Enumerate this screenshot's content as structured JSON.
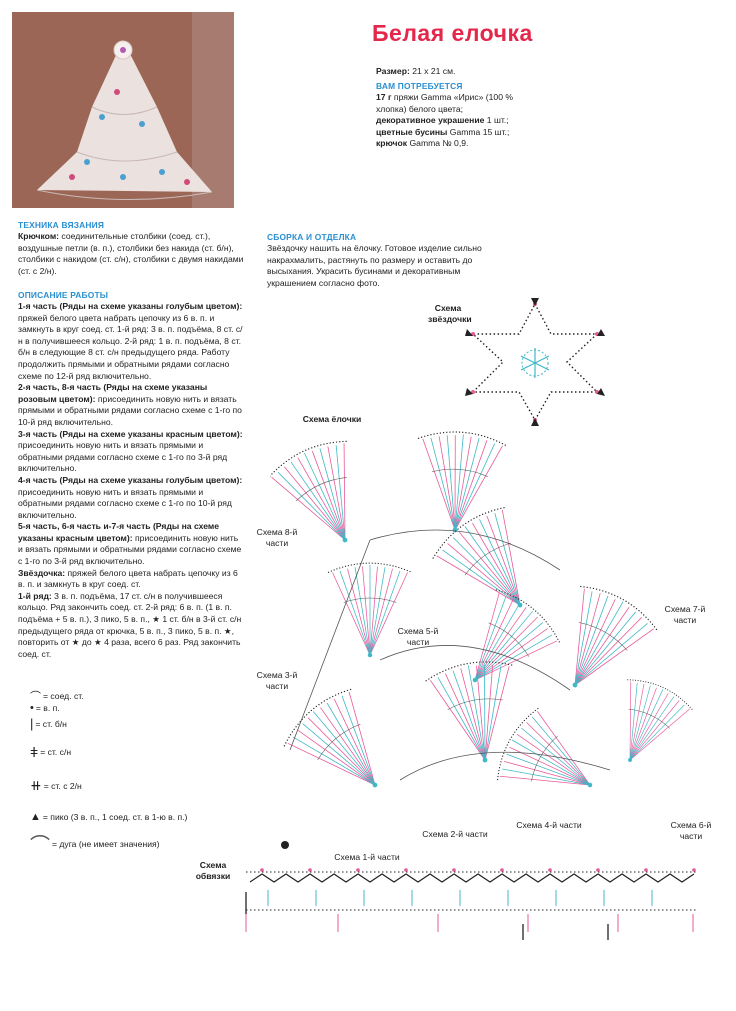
{
  "title": "Белая елочка",
  "size_label": "Размер:",
  "size_value": "21 х 21 см.",
  "materials_heading": "ВАМ ПОТРЕБУЕТСЯ",
  "materials": [
    {
      "bold": "17 г",
      "text": " пряжи Gamma «Ирис» (100 % хлопка) белого цвета;"
    },
    {
      "bold": "декоративное украшение",
      "text": " 1 шт.;"
    },
    {
      "bold": "цветные бусины",
      "text": " Gamma 15 шт.;"
    },
    {
      "bold": "крючок",
      "text": " Gamma № 0,9."
    }
  ],
  "technique_heading": "ТЕХНИКА ВЯЗАНИЯ",
  "technique": {
    "bold": "Крючком:",
    "text": " соединительные столбики (соед. ст.), воздушные петли (в. п.), столбики без накида (ст. б/н), столбики с накидом (ст. с/н), столбики с двумя накидами (ст. с 2/н)."
  },
  "work_heading": "ОПИСАНИЕ РАБОТЫ",
  "work": [
    {
      "bold": "1-я часть (Ряды на схеме указаны голубым цветом):",
      "text": " пряжей белого цвета набрать цепочку из 6 в. п. и замкнуть в круг соед. ст. 1-й ряд: 3 в. п. подъёма, 8 ст. с/н в получившееся кольцо. 2-й ряд: 1 в. п. подъёма, 8 ст. б/н в следующие 8 ст. с/н предыдущего ряда. Работу продолжить прямыми и обратными рядами согласно схеме по 12-й ряд включительно."
    },
    {
      "bold": "2-я часть, 8-я часть (Ряды на схеме указаны розовым цветом):",
      "text": " присоединить новую нить и вязать прямыми и обратными рядами согласно схеме с 1-го по 10-й ряд включительно."
    },
    {
      "bold": "3-я часть (Ряды на схеме указаны красным цветом):",
      "text": " присоединить новую нить и вязать прямыми и обратными рядами согласно схеме с 1-го по 3-й ряд включительно."
    },
    {
      "bold": "4-я часть (Ряды на схеме указаны голубым цветом):",
      "text": " присоединить новую нить и вязать прямыми и обратными рядами согласно схеме с 1-го по 10-й ряд включительно."
    },
    {
      "bold": "5-я часть, 6-я часть и-7-я часть (Ряды на схеме указаны красным цветом):",
      "text": " присоединить новую нить и вязать прямыми и обратными рядами согласно схеме с 1-го по 3-й ряд включительно."
    },
    {
      "bold": "Звёздочка:",
      "text": " пряжей белого цвета набрать цепочку из 6 в. п. и замкнуть в круг соед. ст."
    },
    {
      "bold": "1-й ряд:",
      "text": " 3 в. п. подъёма, 17 ст. с/н в получившееся кольцо. Ряд закончить соед. ст. 2-й ряд: 6 в. п. (1 в. п. подъёма + 5 в. п.), 3 пико, 5 в. п., ★ 1 ст. б/н в 3-й ст. с/н предыдущего ряда от крючка, 5 в. п., 3 пико, 5 в. п. ★, повторить от ★ до ★ 4 раза, всего 6 раз. Ряд закончить соед. ст."
    }
  ],
  "assembly_heading": "СБОРКА И ОТДЕЛКА",
  "assembly_text": "Звёздочку нашить на ёлочку. Готовое изделие сильно накрахмалить, растянуть по размеру и оставить до высыхания. Украсить бусинами и декоративным украшением согласно фото.",
  "legend": [
    {
      "icon": "slip-stitch-icon",
      "symbol": "⌒",
      "label": "= соед. ст."
    },
    {
      "icon": "chain-icon",
      "symbol": "•",
      "label": "= в. п."
    },
    {
      "icon": "single-crochet-icon",
      "symbol": "|",
      "label": "= ст. б/н"
    },
    {
      "icon": "double-crochet-icon",
      "symbol": "ǂ",
      "label": "= ст. с/н"
    },
    {
      "icon": "treble-crochet-icon",
      "symbol": "⧺",
      "label": "= ст. с 2/н"
    },
    {
      "icon": "picot-icon",
      "symbol": "▲",
      "label": "= пико (3 в. п., 1 соед. ст. в 1-ю в. п.)"
    },
    {
      "icon": "arc-icon",
      "symbol": "⌒",
      "label": "= дуга (не имеет значения)"
    }
  ],
  "scheme_labels": {
    "star": "Схема звёздочки",
    "tree": "Схема ёлочки",
    "part8": "Схема 8-й части",
    "part7": "Схема 7-й части",
    "part5": "Схема 5-й части",
    "part3": "Схема 3-й части",
    "part2": "Схема 2-й части",
    "part4": "Схема 4-й части",
    "part6": "Схема 6-й части",
    "part1": "Схема 1-й части",
    "edging": "Схема обвязки"
  },
  "colors": {
    "title": "#e4284b",
    "heading": "#2a8fd0",
    "pink": "#e85a9a",
    "teal": "#3fb8c8"
  }
}
